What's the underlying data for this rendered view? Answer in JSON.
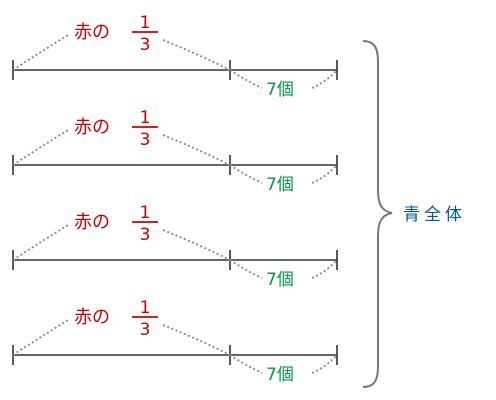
{
  "rows": [
    {
      "red_label": "赤の",
      "fraction_numerator": "1",
      "fraction_denominator": "3",
      "green_label": "7個"
    },
    {
      "red_label": "赤の",
      "fraction_numerator": "1",
      "fraction_denominator": "3",
      "green_label": "7個"
    },
    {
      "red_label": "赤の",
      "fraction_numerator": "1",
      "fraction_denominator": "3",
      "green_label": "7個"
    },
    {
      "red_label": "赤の",
      "fraction_numerator": "1",
      "fraction_denominator": "3",
      "green_label": "7個"
    }
  ],
  "brace_label": "青全体",
  "colors": {
    "red": "#cc0000",
    "green": "#009944",
    "blue": "#0055a5",
    "line": "#333333",
    "dots": "#888888",
    "brace": "#777777"
  }
}
